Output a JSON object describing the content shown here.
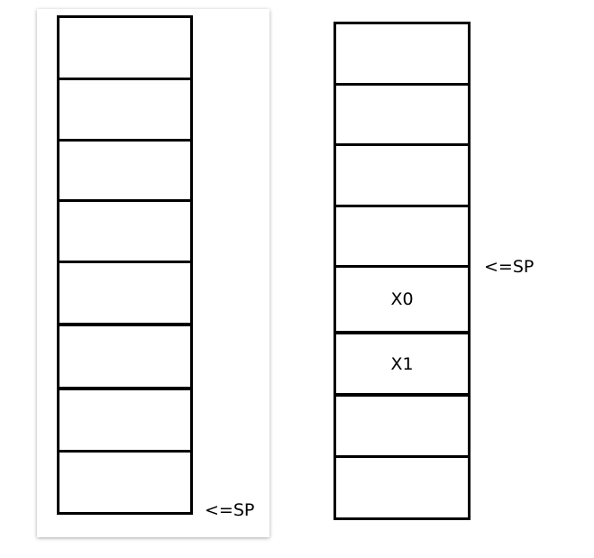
{
  "before": {
    "sp_label": "<=SP",
    "cells": [
      "",
      "",
      "",
      "",
      "",
      "",
      "",
      ""
    ]
  },
  "after": {
    "sp_label": "<=SP",
    "cells": [
      "",
      "",
      "",
      "",
      "X0",
      "X1",
      "",
      ""
    ]
  }
}
